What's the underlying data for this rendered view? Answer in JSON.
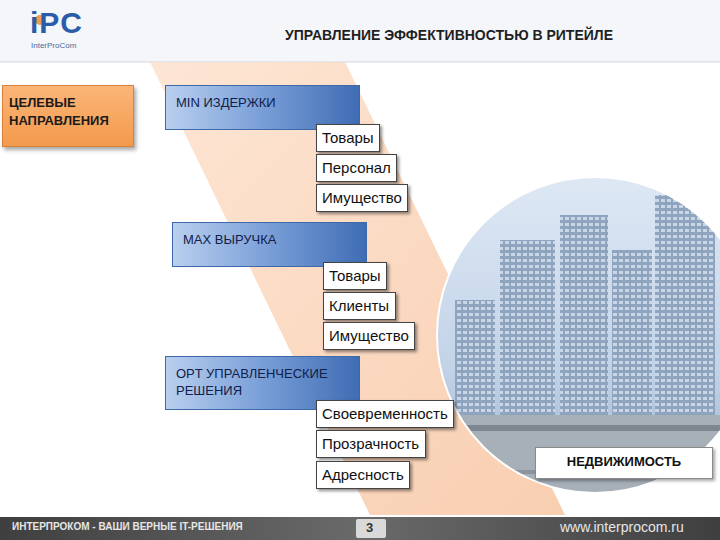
{
  "diagram": {
    "title": "УПРАВЛЕНИЕ ЭФФЕКТИВНОСТЬЮ В РИТЕЙЛЕ",
    "nodes": [
      {
        "text": [
          "ЦЕЛЕВЫЕ НАПРАВЛЕНИЯ"
        ]
      },
      {
        "text": [
          "MIN ИЗДЕРЖКИ"
        ]
      },
      {
        "text": [
          "Товары"
        ]
      },
      {
        "text": [
          "Персонал"
        ]
      },
      {
        "text": [
          "Имущество"
        ]
      },
      {
        "text": [
          "MAX ВЫРУЧКА"
        ]
      },
      {
        "text": [
          "Товары"
        ]
      },
      {
        "text": [
          "Клиенты"
        ]
      },
      {
        "text": [
          "Имущество"
        ]
      },
      {
        "text": [
          "OPT УПРАВЛЕНЧЕСКИЕ РЕШЕНИЯ"
        ]
      },
      {
        "text": [
          "Своевременность"
        ]
      },
      {
        "text": [
          "Прозрачность"
        ]
      },
      {
        "text": [
          "Адресность"
        ]
      },
      {
        "text": [
          "НЕДВИЖИМОСТЬ"
        ]
      }
    ],
    "labels": [
      "iPC",
      "InterProCom",
      "ИНТЕРПРОКОМ - ВАШИ ВЕРНЫЕ IT-РЕШЕНИЯ",
      "3",
      "www.interprocom.ru"
    ]
  }
}
